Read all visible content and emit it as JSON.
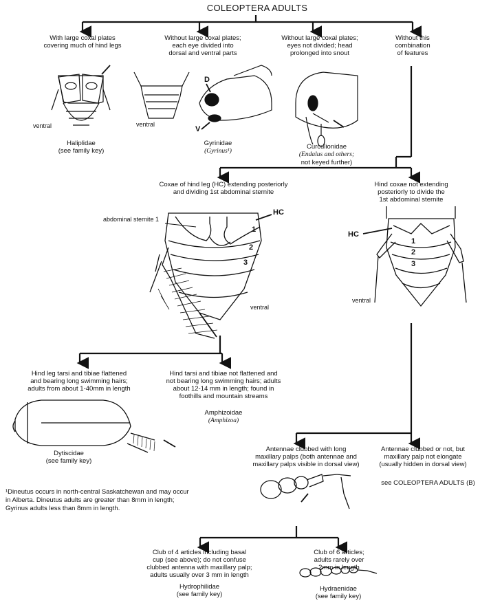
{
  "title": "COLEOPTERA ADULTS",
  "branch1": {
    "haliplidae": {
      "desc": [
        "With large coxal plates",
        "covering much of hind legs"
      ],
      "view": "ventral",
      "family": "Haliplidae",
      "note": "(see family key)"
    },
    "gyrinidae": {
      "desc": [
        "Without large coxal plates;",
        "each eye divided into",
        "dorsal and ventral parts"
      ],
      "view": "ventral",
      "label_d": "D",
      "label_v": "V",
      "family": "Gyrinidae",
      "genus": "(Gyrinus¹)"
    },
    "curculionidae": {
      "desc": [
        "Without large coxal plates;",
        "eyes not divided; head",
        "prolonged into snout"
      ],
      "family": "Curculionidae",
      "genus_line": "(Endalus and others;",
      "note": "not keyed further)"
    },
    "other": {
      "desc": [
        "Without this",
        "combination",
        "of features"
      ]
    }
  },
  "branch2": {
    "left": {
      "desc": [
        "Coxae of hind leg (HC) extending posteriorly",
        "and dividing 1st abdominal sternite"
      ],
      "label_sternite": "abdominal sternite 1",
      "label_hc": "HC",
      "numbers": [
        "1",
        "2",
        "3"
      ],
      "view": "ventral"
    },
    "right": {
      "desc": [
        "Hind coxae not extending",
        "posteriorly to divide the",
        "1st abdominal sternite"
      ],
      "label_hc": "HC",
      "numbers": [
        "1",
        "2",
        "3"
      ],
      "view": "ventral"
    }
  },
  "branch3": {
    "dytiscidae": {
      "desc": [
        "Hind leg tarsi and tibiae flattened",
        "and bearing long swimming hairs;",
        "adults from about 1-40mm in length"
      ],
      "family": "Dytiscidae",
      "note": "(see family key)"
    },
    "amphizoidae": {
      "desc": [
        "Hind tarsi and tibiae not flattened and",
        "not bearing long swimming hairs; adults",
        "about 12-14 mm in length; found in",
        "foothills and mountain streams"
      ],
      "family": "Amphizoidae",
      "genus": "(Amphizoa)"
    }
  },
  "footnote": {
    "line1": "¹Dineutus occurs in north-central Saskatchewan and may occur",
    "line2": "in Alberta. Dineutus adults are greater than 8mm in length;",
    "line3": "Gyrinus adults less than 8mm in length."
  },
  "branch4": {
    "clubbed": {
      "desc": [
        "Antennae clubbed with long",
        "maxillary palps (both antennae and",
        "maxillary palps visible in dorsal view)"
      ]
    },
    "other": {
      "desc": [
        "Antennae clubbed or not, but",
        "maxillary palp not elongate",
        "(usually hidden in dorsal view)"
      ],
      "see": "see COLEOPTERA ADULTS (B)"
    }
  },
  "branch5": {
    "hydrophilidae": {
      "desc": [
        "Club of 4 articles including basal",
        "cup (see above); do not confuse",
        "clubbed antenna with maxillary palp;",
        "adults usually over 3 mm in length"
      ],
      "family": "Hydrophilidae",
      "note": "(see family key)"
    },
    "hydraenidae": {
      "desc": [
        "Club of 6 articles;",
        "adults rarely over",
        "2mm in length"
      ],
      "family": "Hydraenidae",
      "note": "(see family key)"
    }
  }
}
